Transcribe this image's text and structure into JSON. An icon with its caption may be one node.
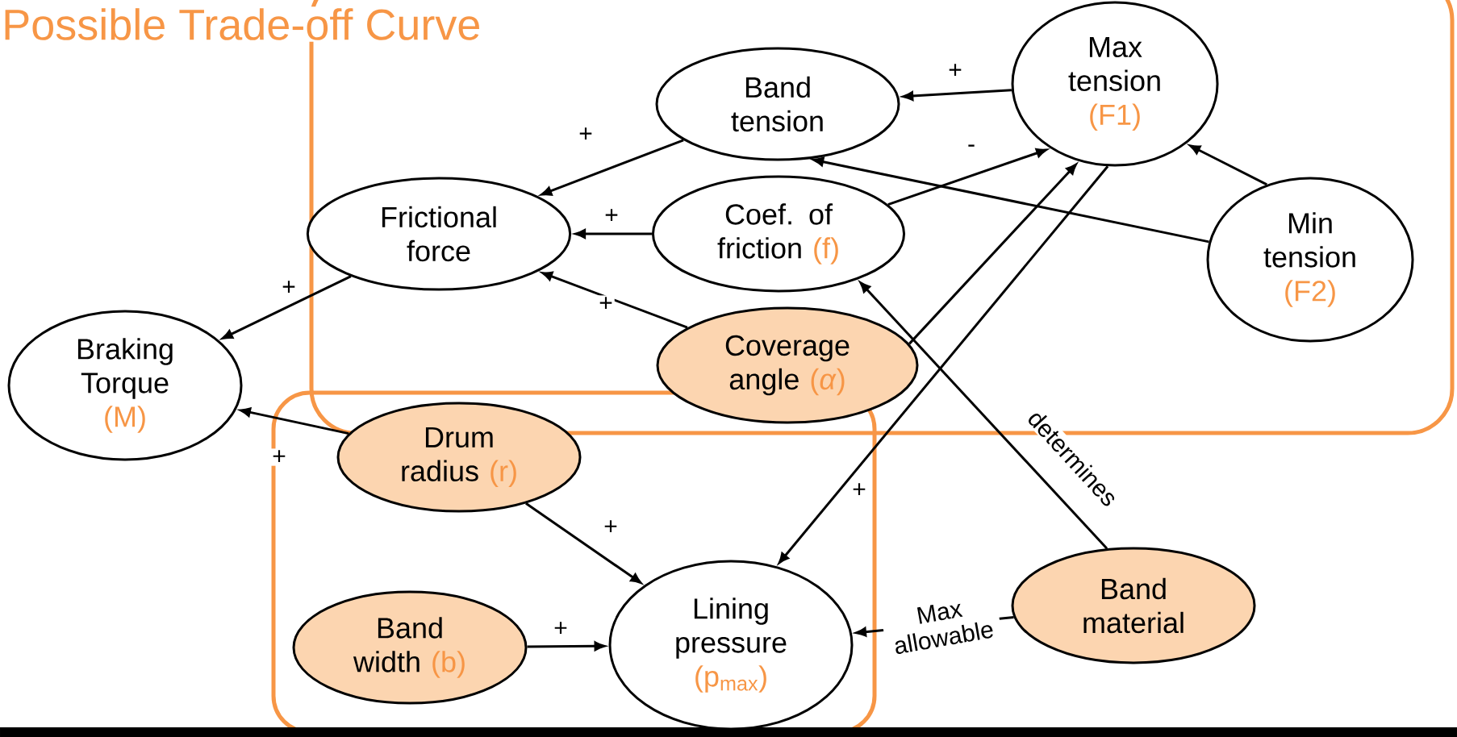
{
  "diagram": {
    "title": "Possible Trade-off Curve",
    "nodes": [
      {
        "text": [
          "Max tension",
          "(F1)"
        ]
      },
      {
        "text": [
          "Band tension"
        ]
      },
      {
        "text": [
          "Frictional force"
        ]
      },
      {
        "text": [
          "Coef. of friction",
          "(f)"
        ]
      },
      {
        "text": [
          "Min tension",
          "(F2)"
        ]
      },
      {
        "text": [
          "Braking Torque",
          "(M)"
        ]
      },
      {
        "text": [
          "Coverage angle",
          "(*α*)"
        ]
      },
      {
        "text": [
          "Drum radius",
          "(r)"
        ]
      },
      {
        "text": [
          "Band material"
        ]
      },
      {
        "text": [
          "Lining pressure",
          "(p$_{max}$)"
        ]
      },
      {
        "text": [
          "Band width",
          "(b)"
        ]
      }
    ],
    "edges": [
      {
        "from": 0,
        "to": 1,
        "arrow": "to",
        "label": "+"
      },
      {
        "from": 4,
        "to": 1,
        "arrow": "to",
        "label": "-"
      },
      {
        "from": 4,
        "to": 0,
        "arrow": "to"
      },
      {
        "from": 1,
        "to": 2,
        "arrow": "to",
        "label": "+"
      },
      {
        "from": 3,
        "to": 2,
        "arrow": "to",
        "label": "+"
      },
      {
        "from": 6,
        "to": 2,
        "arrow": "to",
        "label": "+"
      },
      {
        "from": 3,
        "to": 0,
        "arrow": "to"
      },
      {
        "from": 6,
        "to": 0,
        "arrow": "to"
      },
      {
        "from": 0,
        "to": 9,
        "arrow": "to",
        "label": "+"
      },
      {
        "from": 2,
        "to": 5,
        "arrow": "to",
        "label": "+"
      },
      {
        "from": 7,
        "to": 5,
        "arrow": "to",
        "label": "+"
      },
      {
        "from": 7,
        "to": 9,
        "arrow": "to",
        "label": "+"
      },
      {
        "from": 10,
        "to": 9,
        "arrow": "to",
        "label": "+"
      },
      {
        "from": 8,
        "to": 3,
        "arrow": "to",
        "label": "determines"
      },
      {
        "from": 8,
        "to": 9,
        "arrow": "to",
        "label": "Max allowable"
      }
    ]
  }
}
